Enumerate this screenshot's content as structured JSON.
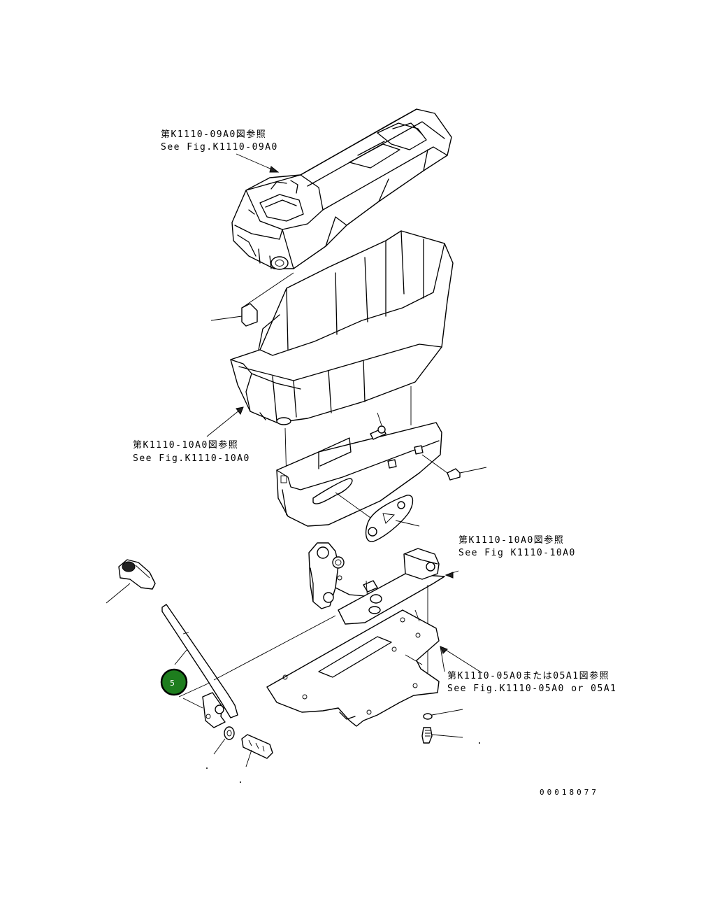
{
  "callouts": {
    "armrest_ref_jp": "第K1110-09A0図参照",
    "armrest_ref_en": "See Fig.K1110-09A0",
    "cover_ref_jp": "第K1110-10A0図参照",
    "cover_ref_en": "See Fig.K1110-10A0",
    "bracket_ref_jp": "第K1110-10A0図参照",
    "bracket_ref_en": "See Fig K1110-10A0",
    "plate_ref_jp": "第K1110-05A0または05A1図参照",
    "plate_ref_en": "See Fig.K1110-05A0 or 05A1"
  },
  "marker": {
    "label": "5",
    "color": "#1e7d1e"
  },
  "drawing_id": "00018077"
}
